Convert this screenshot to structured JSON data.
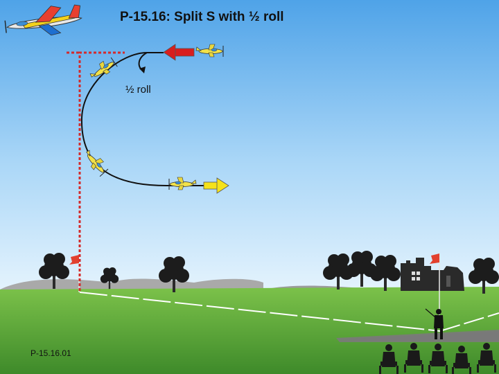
{
  "title": "P-15.16: Split S with ½ roll",
  "annotation": "½ roll",
  "figure_id": "P-15.16.01",
  "colors": {
    "sky_top": "#4fa3e8",
    "sky_bottom": "#d6ecfb",
    "grass": "#62a83a",
    "flightpath": "#111111",
    "reference_line": "#d42a2a",
    "entry_arrow": "#d81e1e",
    "exit_arrow": "#f5e21a",
    "plane_body": "#f2e24a"
  },
  "icons": [
    "logo-plane-icon",
    "plane-icon",
    "entry-arrow-icon",
    "exit-arrow-icon",
    "tree-icon",
    "flag-icon",
    "castle-icon",
    "pilot-icon",
    "spectator-icon"
  ]
}
